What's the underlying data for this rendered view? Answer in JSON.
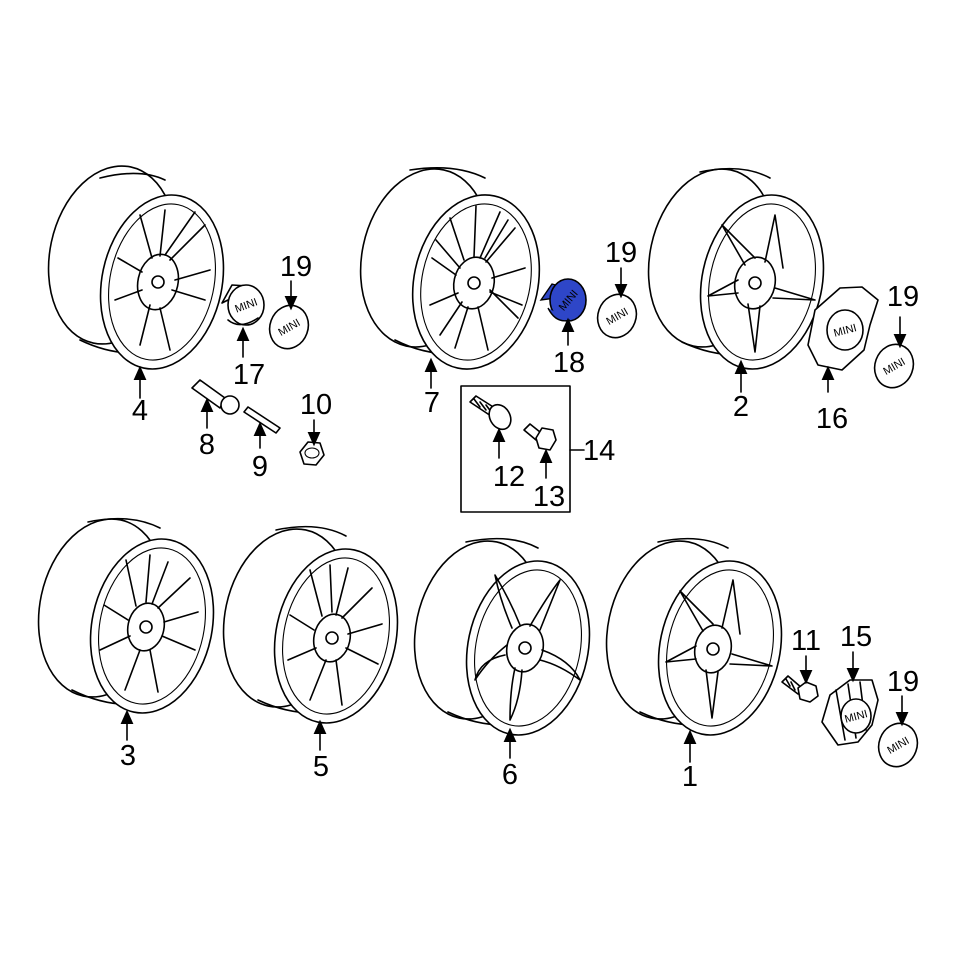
{
  "diagram": {
    "badge_text": "MINI",
    "highlight_color": "#2e46c8",
    "callouts": {
      "c1": "1",
      "c2": "2",
      "c3": "3",
      "c4": "4",
      "c5": "5",
      "c6": "6",
      "c7": "7",
      "c8": "8",
      "c9": "9",
      "c10": "10",
      "c11": "11",
      "c12": "12",
      "c13": "13",
      "c14": "14",
      "c15": "15",
      "c16": "16",
      "c17": "17",
      "c18": "18",
      "c19a": "19",
      "c19b": "19",
      "c19c": "19",
      "c19d": "19"
    }
  }
}
